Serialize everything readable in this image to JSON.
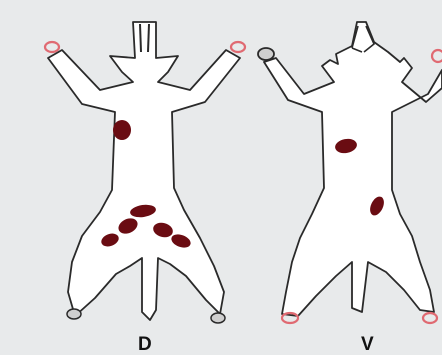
{
  "diagram": {
    "background": "#e8eaeb",
    "body_fill": "#ffffff",
    "outline_color": "#2a2a2a",
    "lesion_color": "#6a0c12",
    "paw_color": "#e06a72",
    "views": [
      {
        "id": "dorsal",
        "label": "D"
      },
      {
        "id": "ventral",
        "label": "V"
      }
    ]
  }
}
